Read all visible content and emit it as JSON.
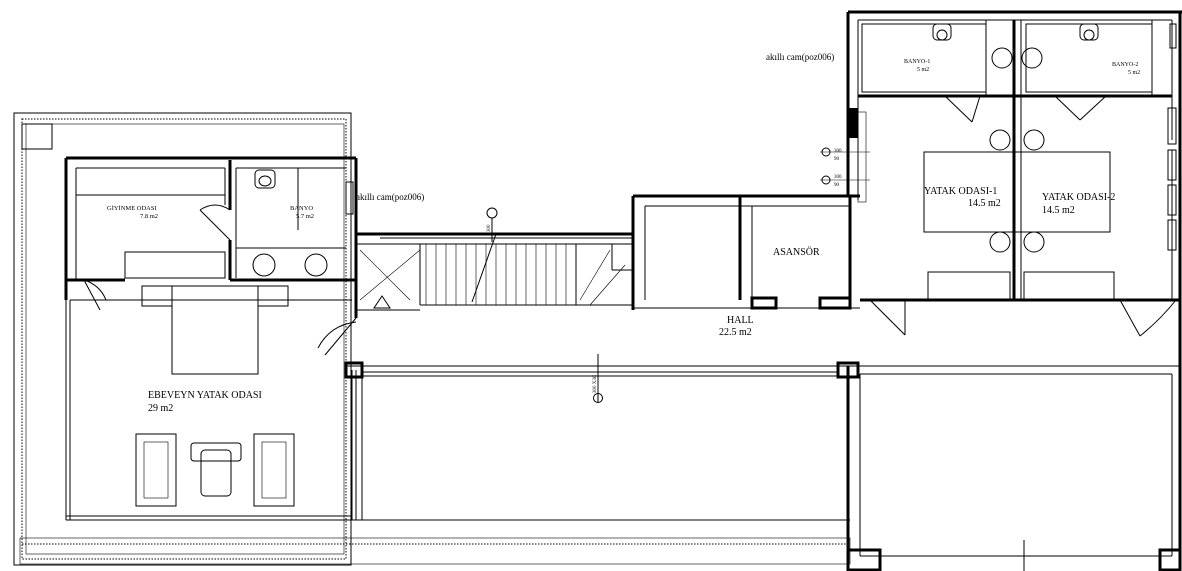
{
  "rooms": {
    "giyinme": {
      "name": "GİYİNME ODASI",
      "area": "7.8 m2"
    },
    "banyo": {
      "name": "BANYO",
      "area": "5.7 m2"
    },
    "ebeveyn": {
      "name": "EBEVEYN YATAK ODASI",
      "area": "29 m2"
    },
    "asansor": {
      "name": "ASANSÖR"
    },
    "hall": {
      "name": "HALL",
      "area": "22.5 m2"
    },
    "banyo1": {
      "name": "BANYO-1",
      "area": "5 m2"
    },
    "banyo2": {
      "name": "BANYO-2",
      "area": "5 m2"
    },
    "yatak1": {
      "name": "YATAK ODASI-1",
      "area": "14.5 m2"
    },
    "yatak2": {
      "name": "YATAK ODASI-2",
      "area": "14.5 m2"
    }
  },
  "annotations": {
    "glass_left": "akıllı cam(poz006)",
    "glass_top": "akıllı cam(poz006)",
    "dim_300": "300",
    "dim_90": "90",
    "section_mark": "300 X3C"
  }
}
